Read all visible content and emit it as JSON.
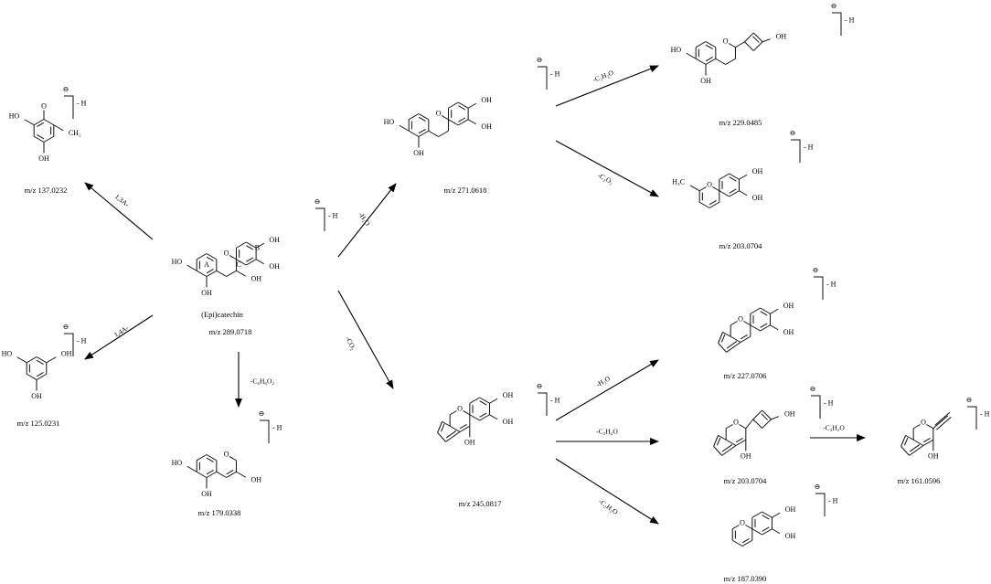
{
  "atoms": {
    "O": "O",
    "OH": "OH",
    "HO": "HO",
    "H3C": "H₃C",
    "CH2": "CH₂"
  },
  "charge": {
    "minus_symbol": "⊖",
    "minus_h": "- H"
  },
  "rings": {
    "A": "A",
    "B": "B",
    "C": "C"
  },
  "center": {
    "name": "(Epi)catechin",
    "mz": "m/z 289.0718"
  },
  "compounds": [
    {
      "id": "c137",
      "mz": "m/z 137.0232"
    },
    {
      "id": "c125",
      "mz": "m/z 125.0231"
    },
    {
      "id": "c179",
      "mz": "m/z 179.0338"
    },
    {
      "id": "c271",
      "mz": "m/z 271.0618"
    },
    {
      "id": "c229",
      "mz": "m/z 229.0485"
    },
    {
      "id": "c203a",
      "mz": "m/z 203.0704"
    },
    {
      "id": "c245",
      "mz": "m/z 245.0817"
    },
    {
      "id": "c227",
      "mz": "m/z 227.0706"
    },
    {
      "id": "c203b",
      "mz": "m/z 203.0704"
    },
    {
      "id": "c161",
      "mz": "m/z 161.0596"
    },
    {
      "id": "c187",
      "mz": "m/z 187.0390"
    }
  ],
  "reactions": [
    {
      "id": "r13a",
      "label": "1,3A-"
    },
    {
      "id": "r14a",
      "label": "1,4A-"
    },
    {
      "id": "rc6h6o2",
      "label": "-C₆H₆O₂"
    },
    {
      "id": "rh2o_top",
      "label": "-H₂O"
    },
    {
      "id": "rco2",
      "label": "-CO₂"
    },
    {
      "id": "rc2h2o_top",
      "label": "-C₂H₂O"
    },
    {
      "id": "rc2o2",
      "label": "-C₂O₂"
    },
    {
      "id": "rh2o_mid",
      "label": "-H₂O"
    },
    {
      "id": "rc2h2o_mid",
      "label": "-C₂H₂O"
    },
    {
      "id": "rc2h2o_low",
      "label": "-C₂H₂O"
    },
    {
      "id": "rc2h2o_right",
      "label": "-C₂H₂O"
    }
  ]
}
